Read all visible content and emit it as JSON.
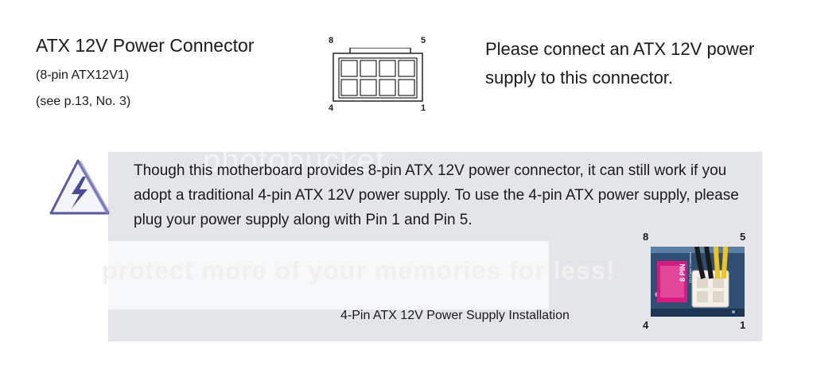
{
  "header": {
    "title": "ATX 12V Power Connector",
    "model": "(8-pin  ATX12V1)",
    "reference": "(see p.13,  No. 3)",
    "description": "Please connect an ATX 12V power supply to this connector."
  },
  "connector_diagram": {
    "pin_top_left": "8",
    "pin_top_right": "5",
    "pin_bottom_left": "4",
    "pin_bottom_right": "1"
  },
  "note": {
    "text": "Though this motherboard provides 8-pin ATX 12V power connector, it can still work if you adopt a traditional 4-pin ATX 12V power supply. To use the 4-pin ATX power supply, please plug your power supply along with Pin 1 and Pin 5.",
    "caption": "4-Pin ATX 12V Power Supply Installation",
    "icon": "warning-lightning-icon"
  },
  "photo": {
    "pin_top_left": "8",
    "pin_top_right": "5",
    "pin_bottom_left": "4",
    "pin_bottom_right": "1",
    "sticker_label": "8 PIN",
    "sticker_sub": "12V Power Connector"
  },
  "watermark": {
    "brand": "photobucket",
    "tagline": "protect more of your memories for less!"
  }
}
